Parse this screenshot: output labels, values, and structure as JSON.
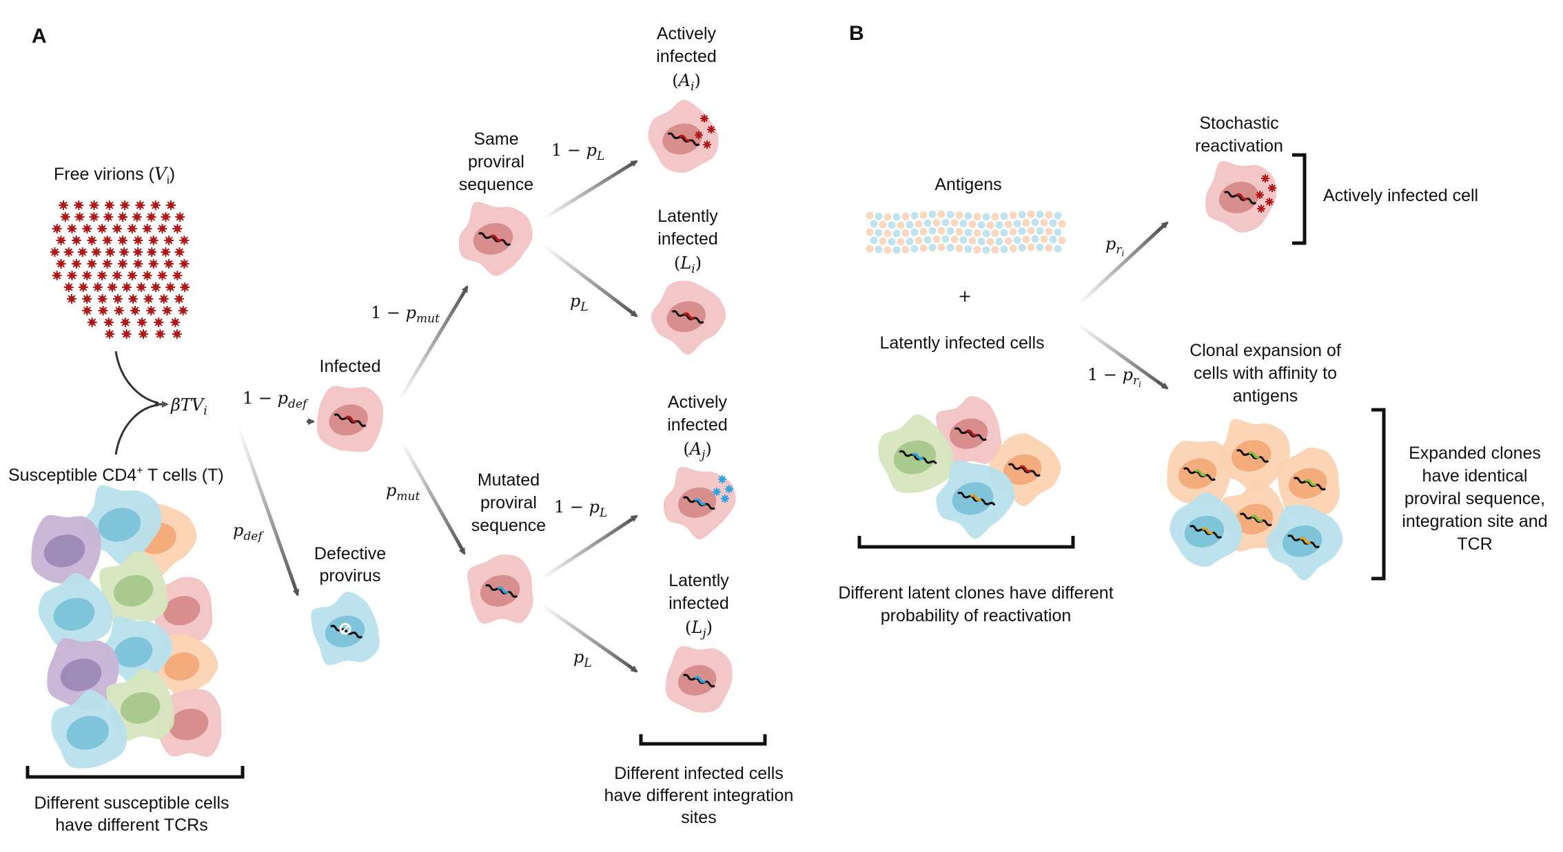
{
  "panels": {
    "a": "A",
    "b": "B"
  },
  "colors": {
    "red_cell": "#f2c4c4",
    "red_nucleus": "#d98e8e",
    "blue_cell": "#b8e0ec",
    "blue_nucleus": "#7fc4d9",
    "purple_cell": "#c8b4d6",
    "purple_nucleus": "#9f8bb8",
    "orange_cell": "#fcd3b2",
    "orange_nucleus": "#f4ac7c",
    "green_cell": "#d6e6bf",
    "green_nucleus": "#a9c98f",
    "virion": "#b11a1a",
    "blue_virion": "#2aa3de",
    "arrow": "#555555"
  },
  "a": {
    "free_virions": "Free virions (",
    "free_virions_var": "V",
    "free_virions_sub": "i",
    "free_virions_close": ")",
    "susceptible": "Susceptible CD4",
    "susceptible_sup": "+",
    "susceptible_rest": " T cells (T)",
    "beta_tv": "βTV",
    "beta_tv_sub": "i",
    "one_minus": "1 − ",
    "p": "p",
    "def": "def",
    "mut": "mut",
    "L": "L",
    "infected": "Infected",
    "defective": [
      "Defective",
      "provirus"
    ],
    "same_seq": [
      "Same",
      "proviral",
      "sequence"
    ],
    "mutated_seq": [
      "Mutated",
      "proviral",
      "sequence"
    ],
    "actively_i": [
      "Actively",
      "infected"
    ],
    "latently_i": [
      "Latently",
      "infected"
    ],
    "A": "A",
    "Lcap": "L",
    "idx_i": "i",
    "idx_j": "j",
    "open_paren": "(",
    "close_paren": ")",
    "diff_susceptible": [
      "Different susceptible cells",
      "have different TCRs"
    ],
    "diff_infected": [
      "Different infected cells",
      "have different integration",
      "sites"
    ]
  },
  "b": {
    "antigens": "Antigens",
    "plus": "+",
    "latently_cells": "Latently infected cells",
    "stochastic": [
      "Stochastic",
      "reactivation"
    ],
    "actively_cell": "Actively infected cell",
    "clonal": [
      "Clonal expansion of",
      "cells with affinity to",
      "antigens"
    ],
    "expanded": [
      "Expanded clones",
      "have identical",
      "proviral sequence,",
      "integration site and",
      "TCR"
    ],
    "diff_latent": [
      "Different latent clones have different",
      "probability of reactivation"
    ],
    "p": "p",
    "r": "r",
    "i": "i",
    "one_minus": "1 − "
  }
}
